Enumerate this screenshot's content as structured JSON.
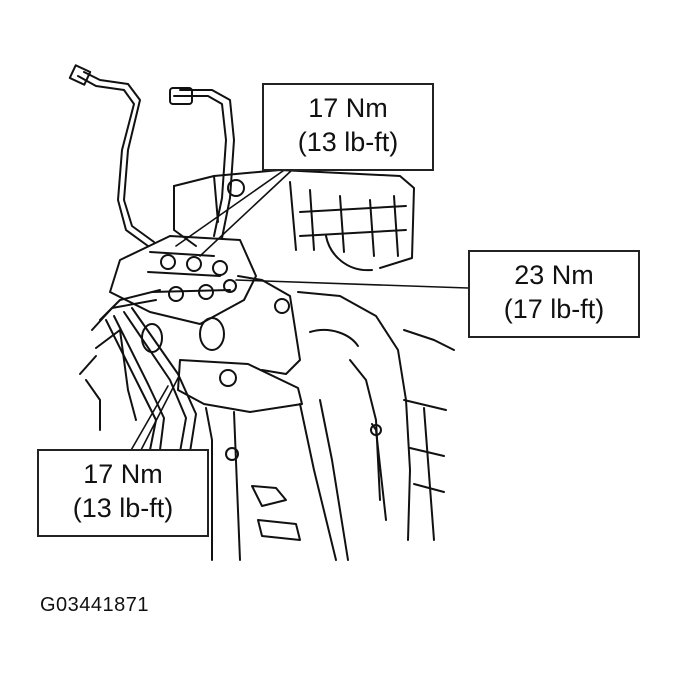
{
  "callouts": {
    "top": {
      "line1": "17 Nm",
      "line2": "(13 lb-ft)"
    },
    "right": {
      "line1": "23 Nm",
      "line2": "(17 lb-ft)"
    },
    "bottom": {
      "line1": "17 Nm",
      "line2": "(13 lb-ft)"
    }
  },
  "figure_id": "G03441871"
}
